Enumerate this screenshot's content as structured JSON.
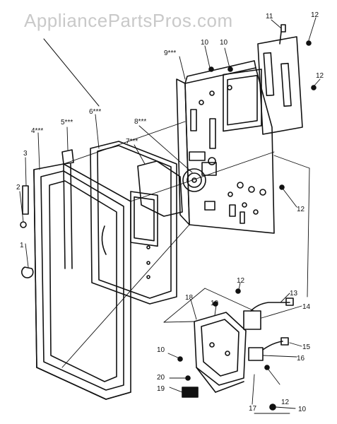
{
  "watermark": "AppliancePartsPros.com",
  "callouts": {
    "p1": "1",
    "p2": "2",
    "p3": "3",
    "p4": "4***",
    "p5": "5***",
    "p6": "6***",
    "p7": "7***",
    "p8": "8***",
    "p9": "9***",
    "p10": "10",
    "p11": "11",
    "p12": "12",
    "p13": "13",
    "p14": "14",
    "p15": "15",
    "p16": "16",
    "p17": "17",
    "p18": "18",
    "p19": "19",
    "p20": "20"
  }
}
